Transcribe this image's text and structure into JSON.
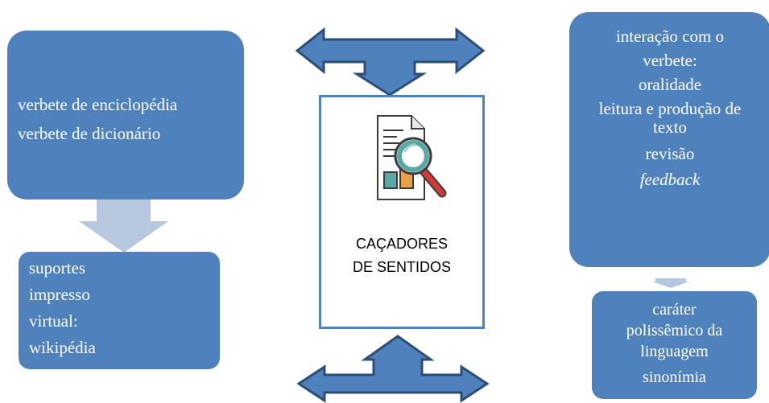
{
  "left_top_box": {
    "lines": [
      "verbete de enciclopédia",
      "verbete de dicionário"
    ]
  },
  "left_bottom_box": {
    "lines": [
      "suportes",
      "impresso",
      "virtual:",
      "wikipédia"
    ]
  },
  "center_box": {
    "lines": [
      "CAÇADORES",
      "DE SENTIDOS"
    ],
    "icon": "document-search-icon"
  },
  "right_top_box": {
    "lines": [
      "interação com o",
      "verbete:",
      "oralidade",
      "leitura e produção de",
      "texto",
      "revisão",
      "feedback"
    ]
  },
  "right_bottom_box": {
    "lines": [
      "caráter",
      "polissêmico da",
      "linguagem",
      "sinonímia"
    ]
  },
  "colors": {
    "box_fill": "#4f81bd",
    "arrow_fill": "#4f81bd",
    "arrow_stroke": "#2c4d75",
    "down_arrow": "#b8c7e0",
    "text": "#ffffff"
  }
}
